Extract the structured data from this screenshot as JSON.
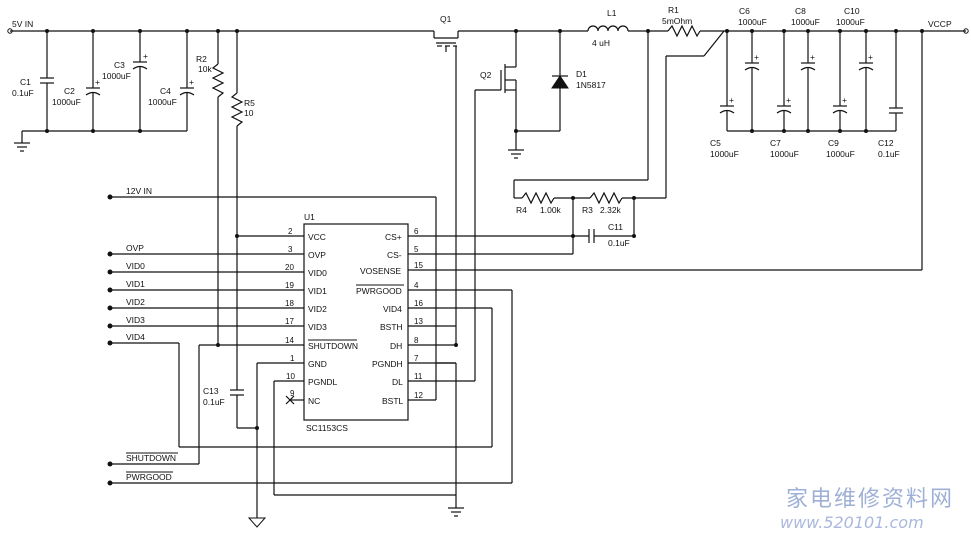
{
  "nets": {
    "v5in": "5V IN",
    "vccp": "VCCP",
    "v12in": "12V IN",
    "ovp": "OVP",
    "vid0": "VID0",
    "vid1": "VID1",
    "vid2": "VID2",
    "vid3": "VID3",
    "vid4": "VID4",
    "shutdown": "SHUTDOWN",
    "pwrgood": "PWRGOOD"
  },
  "components": {
    "c1": {
      "ref": "C1",
      "value": "0.1uF"
    },
    "c2": {
      "ref": "C2",
      "value": "1000uF"
    },
    "c3": {
      "ref": "C3",
      "value": "1000uF"
    },
    "c4": {
      "ref": "C4",
      "value": "1000uF"
    },
    "r2": {
      "ref": "R2",
      "value": "10k"
    },
    "r5": {
      "ref": "R5",
      "value": "10"
    },
    "q1": {
      "ref": "Q1"
    },
    "q2": {
      "ref": "Q2"
    },
    "l1": {
      "ref": "L1",
      "value": "4 uH"
    },
    "r1": {
      "ref": "R1",
      "value": "5mOhm"
    },
    "d1": {
      "ref": "D1",
      "value": "1N5817"
    },
    "c5": {
      "ref": "C5",
      "value": "1000uF"
    },
    "c6": {
      "ref": "C6",
      "value": "1000uF"
    },
    "c7": {
      "ref": "C7",
      "value": "1000uF"
    },
    "c8": {
      "ref": "C8",
      "value": "1000uF"
    },
    "c9": {
      "ref": "C9",
      "value": "1000uF"
    },
    "c10": {
      "ref": "C10",
      "value": "1000uF"
    },
    "c12": {
      "ref": "C12",
      "value": "0.1uF"
    },
    "r4": {
      "ref": "R4",
      "value": "1.00k"
    },
    "r3": {
      "ref": "R3",
      "value": "2.32k"
    },
    "c11": {
      "ref": "C11",
      "value": "0.1uF"
    },
    "c13": {
      "ref": "C13",
      "value": "0.1uF"
    }
  },
  "ic": {
    "ref": "U1",
    "part": "SC1153CS",
    "left_pins": [
      {
        "num": "2",
        "name": "VCC"
      },
      {
        "num": "3",
        "name": "OVP"
      },
      {
        "num": "20",
        "name": "VID0"
      },
      {
        "num": "19",
        "name": "VID1"
      },
      {
        "num": "18",
        "name": "VID2"
      },
      {
        "num": "17",
        "name": "VID3"
      },
      {
        "num": "14",
        "name": "SHUTDOWN"
      },
      {
        "num": "1",
        "name": "GND"
      },
      {
        "num": "10",
        "name": "PGNDL"
      },
      {
        "num": "9",
        "name": "NC"
      }
    ],
    "right_pins": [
      {
        "num": "6",
        "name": "CS+"
      },
      {
        "num": "5",
        "name": "CS-"
      },
      {
        "num": "15",
        "name": "VOSENSE"
      },
      {
        "num": "4",
        "name": "PWRGOOD"
      },
      {
        "num": "16",
        "name": "VID4"
      },
      {
        "num": "13",
        "name": "BSTH"
      },
      {
        "num": "8",
        "name": "DH"
      },
      {
        "num": "7",
        "name": "PGNDH"
      },
      {
        "num": "11",
        "name": "DL"
      },
      {
        "num": "12",
        "name": "BSTL"
      }
    ]
  },
  "watermark": {
    "line1": "家电维修资料网",
    "line2": "www.520101.com"
  }
}
